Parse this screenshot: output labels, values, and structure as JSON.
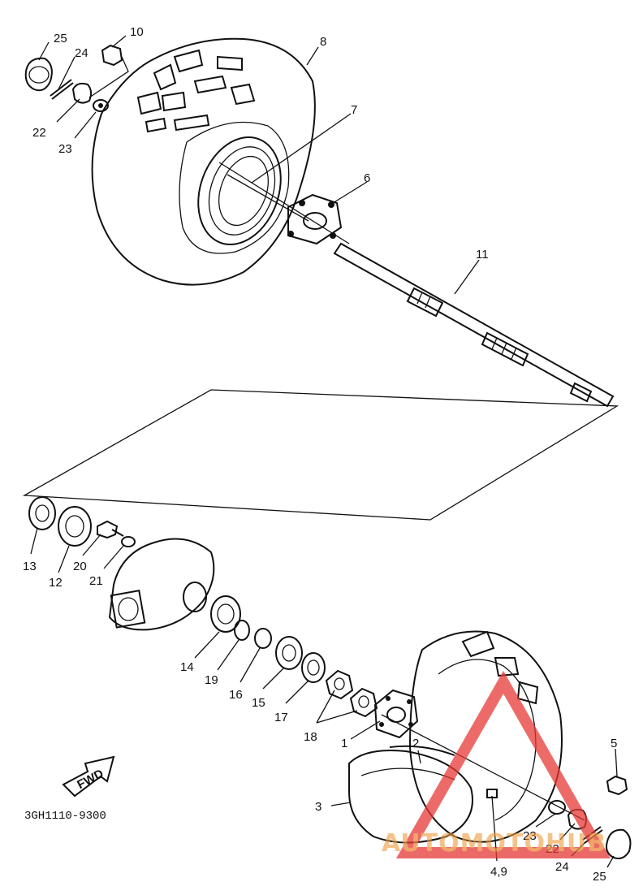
{
  "diagram": {
    "code": "3GH1110-9300",
    "fwd_label": "FWD",
    "part_numbers": [
      "25",
      "24",
      "10",
      "8",
      "22",
      "23",
      "7",
      "6",
      "11",
      "13",
      "12",
      "20",
      "21",
      "14",
      "19",
      "16",
      "15",
      "17",
      "18",
      "1",
      "2",
      "5",
      "3",
      "4,9",
      "23",
      "22",
      "24",
      "25"
    ],
    "watermark": {
      "text": "AUTOMOTOHUB",
      "color": "#e53935",
      "text_color": "#ef9a3a"
    }
  }
}
